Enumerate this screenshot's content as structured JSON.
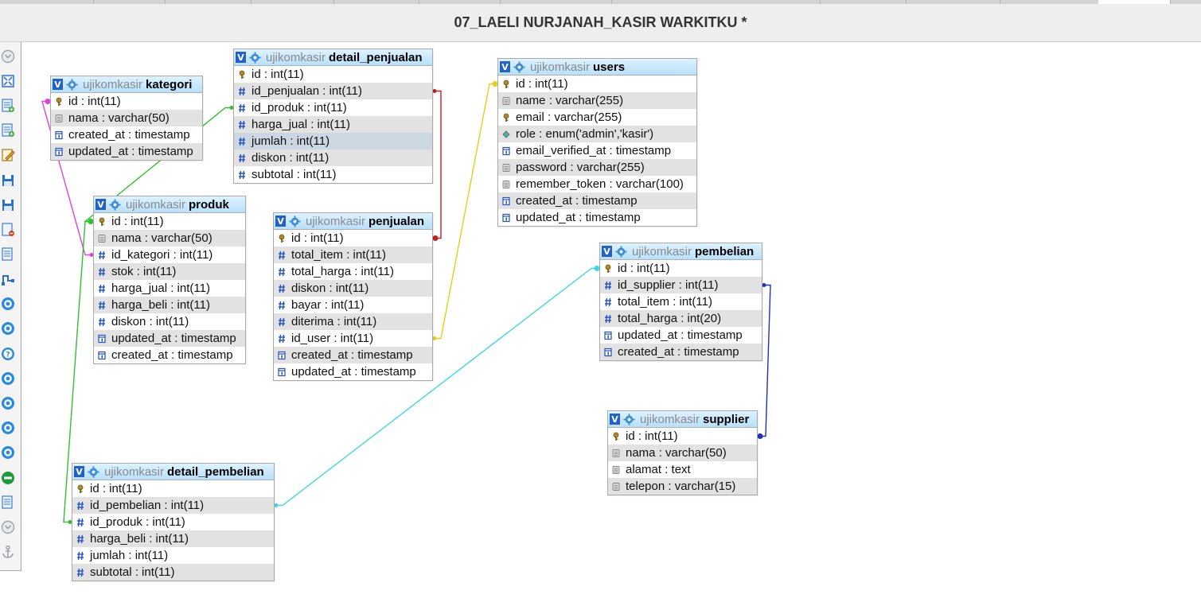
{
  "window": {
    "title": "07_LAELI NURJANAH_KASIR WARKITKU *"
  },
  "toolbar": {
    "items": [
      {
        "name": "toggle-menu-icon",
        "color": "#9aa3ad"
      },
      {
        "name": "fullscreen-icon",
        "color": "#3a7bd5"
      },
      {
        "name": "add-table-icon",
        "color": "#3a7bd5"
      },
      {
        "name": "load-page-icon",
        "color": "#3a7bd5"
      },
      {
        "name": "edit-page-icon",
        "color": "#e0a020"
      },
      {
        "name": "save-icon",
        "color": "#2a6fc9"
      },
      {
        "name": "save-as-icon",
        "color": "#2a6fc9"
      },
      {
        "name": "delete-page-icon",
        "color": "#d04020"
      },
      {
        "name": "export-icon",
        "color": "#3a7bd5"
      },
      {
        "name": "relation-icon",
        "color": "#2a6fc9"
      },
      {
        "name": "show-all-icon",
        "color": "#2a8ae0"
      },
      {
        "name": "reload-icon",
        "color": "#2a8ae0"
      },
      {
        "name": "help-icon",
        "color": "#2a8ae0"
      },
      {
        "name": "angular-links-icon",
        "color": "#2a8ae0"
      },
      {
        "name": "snap-to-grid-icon",
        "color": "#2a8ae0"
      },
      {
        "name": "small-big-icon",
        "color": "#2a8ae0"
      },
      {
        "name": "toggle-keys-icon",
        "color": "#2a8ae0"
      },
      {
        "name": "toggle-relations-icon",
        "color": "#1e9a3a"
      },
      {
        "name": "print-icon",
        "color": "#3a7bd5"
      },
      {
        "name": "collapse-menu-icon",
        "color": "#9aa3ad"
      },
      {
        "name": "anchor-icon",
        "color": "#9aa3ad"
      }
    ]
  },
  "tables": [
    {
      "id": "kategori",
      "db": "ujikomkasir",
      "name": "kategori",
      "columns": [
        {
          "label": "id : int(11)",
          "type": "key"
        },
        {
          "label": "nama : varchar(50)",
          "type": "text"
        },
        {
          "label": "created_at : timestamp",
          "type": "time"
        },
        {
          "label": "updated_at : timestamp",
          "type": "time"
        }
      ]
    },
    {
      "id": "detail_penjualan",
      "db": "ujikomkasir",
      "name": "detail_penjualan",
      "columns": [
        {
          "label": "id : int(11)",
          "type": "key"
        },
        {
          "label": "id_penjualan : int(11)",
          "type": "num"
        },
        {
          "label": "id_produk : int(11)",
          "type": "num"
        },
        {
          "label": "harga_jual : int(11)",
          "type": "num"
        },
        {
          "label": "jumlah : int(11)",
          "type": "num"
        },
        {
          "label": "diskon : int(11)",
          "type": "num"
        },
        {
          "label": "subtotal : int(11)",
          "type": "num"
        }
      ]
    },
    {
      "id": "users",
      "db": "ujikomkasir",
      "name": "users",
      "columns": [
        {
          "label": "id : int(11)",
          "type": "key"
        },
        {
          "label": "name : varchar(255)",
          "type": "text"
        },
        {
          "label": "email : varchar(255)",
          "type": "key"
        },
        {
          "label": "role : enum('admin','kasir')",
          "type": "enum"
        },
        {
          "label": "email_verified_at : timestamp",
          "type": "time"
        },
        {
          "label": "password : varchar(255)",
          "type": "text"
        },
        {
          "label": "remember_token : varchar(100)",
          "type": "text"
        },
        {
          "label": "created_at : timestamp",
          "type": "time"
        },
        {
          "label": "updated_at : timestamp",
          "type": "time"
        }
      ]
    },
    {
      "id": "produk",
      "db": "ujikomkasir",
      "name": "produk",
      "columns": [
        {
          "label": "id : int(11)",
          "type": "key"
        },
        {
          "label": "nama : varchar(50)",
          "type": "text"
        },
        {
          "label": "id_kategori : int(11)",
          "type": "num"
        },
        {
          "label": "stok : int(11)",
          "type": "num"
        },
        {
          "label": "harga_jual : int(11)",
          "type": "num"
        },
        {
          "label": "harga_beli : int(11)",
          "type": "num"
        },
        {
          "label": "diskon : int(11)",
          "type": "num"
        },
        {
          "label": "updated_at : timestamp",
          "type": "time"
        },
        {
          "label": "created_at : timestamp",
          "type": "time"
        }
      ]
    },
    {
      "id": "penjualan",
      "db": "ujikomkasir",
      "name": "penjualan",
      "columns": [
        {
          "label": "id : int(11)",
          "type": "key"
        },
        {
          "label": "total_item : int(11)",
          "type": "num"
        },
        {
          "label": "total_harga : int(11)",
          "type": "num"
        },
        {
          "label": "diskon : int(11)",
          "type": "num"
        },
        {
          "label": "bayar : int(11)",
          "type": "num"
        },
        {
          "label": "diterima : int(11)",
          "type": "num"
        },
        {
          "label": "id_user : int(11)",
          "type": "num"
        },
        {
          "label": "created_at : timestamp",
          "type": "time"
        },
        {
          "label": "updated_at : timestamp",
          "type": "time"
        }
      ]
    },
    {
      "id": "pembelian",
      "db": "ujikomkasir",
      "name": "pembelian",
      "columns": [
        {
          "label": "id : int(11)",
          "type": "key"
        },
        {
          "label": "id_supplier : int(11)",
          "type": "num"
        },
        {
          "label": "total_item : int(11)",
          "type": "num"
        },
        {
          "label": "total_harga : int(20)",
          "type": "num"
        },
        {
          "label": "updated_at : timestamp",
          "type": "time"
        },
        {
          "label": "created_at : timestamp",
          "type": "time"
        }
      ]
    },
    {
      "id": "supplier",
      "db": "ujikomkasir",
      "name": "supplier",
      "columns": [
        {
          "label": "id : int(11)",
          "type": "key"
        },
        {
          "label": "nama : varchar(50)",
          "type": "text"
        },
        {
          "label": "alamat : text",
          "type": "text"
        },
        {
          "label": "telepon : varchar(15)",
          "type": "text"
        }
      ]
    },
    {
      "id": "detail_pembelian",
      "db": "ujikomkasir",
      "name": "detail_pembelian",
      "columns": [
        {
          "label": "id : int(11)",
          "type": "key"
        },
        {
          "label": "id_pembelian : int(11)",
          "type": "num"
        },
        {
          "label": "id_produk : int(11)",
          "type": "num"
        },
        {
          "label": "harga_beli : int(11)",
          "type": "num"
        },
        {
          "label": "jumlah : int(11)",
          "type": "num"
        },
        {
          "label": "subtotal : int(11)",
          "type": "num"
        }
      ]
    }
  ],
  "relations": [
    {
      "from": "kategori.id",
      "to": "produk.id_kategori",
      "color": "#e040e0"
    },
    {
      "from": "produk.id",
      "to": "detail_penjualan.id_produk",
      "color": "#30c030"
    },
    {
      "from": "produk.id",
      "to": "detail_pembelian.id_produk",
      "color": "#30c030"
    },
    {
      "from": "penjualan.id",
      "to": "detail_penjualan.id_penjualan",
      "color": "#c02020"
    },
    {
      "from": "users.id",
      "to": "penjualan.id_user",
      "color": "#e0d020"
    },
    {
      "from": "pembelian.id",
      "to": "detail_pembelian.id_pembelian",
      "color": "#40d8e0"
    },
    {
      "from": "supplier.id",
      "to": "pembelian.id_supplier",
      "color": "#2030c0"
    }
  ]
}
